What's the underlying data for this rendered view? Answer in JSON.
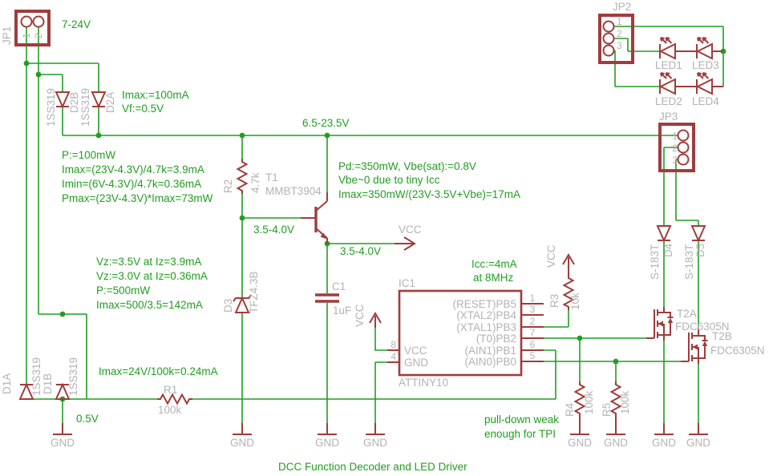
{
  "title": "DCC Function Decoder and LED Driver",
  "colors": {
    "wire_green": "#219e21",
    "symbol_red": "#a03c3c",
    "label_gray": "#b3b3b3",
    "background": "#ffffff"
  },
  "jp1": {
    "name": "JP1",
    "pins": [
      "1",
      "2"
    ]
  },
  "jp2": {
    "name": "JP2",
    "pins": [
      "1",
      "2",
      "3"
    ]
  },
  "jp3": {
    "name": "JP3",
    "pins": [
      "1",
      "2",
      "3"
    ]
  },
  "leds": [
    "LED1",
    "LED2",
    "LED3",
    "LED4"
  ],
  "diodes": {
    "d1a": {
      "name": "D1A",
      "value": "1SS319"
    },
    "d1b": {
      "name": "D1B",
      "value": "1SS319"
    },
    "d2a": {
      "name": "D2A",
      "value": "1SS319"
    },
    "d2b": {
      "name": "D2B",
      "value": "1SS319"
    },
    "d3": {
      "name": "D3",
      "value": "TFZ4.3B"
    },
    "d4": {
      "name": "D4",
      "value": "S-183T"
    },
    "d5": {
      "name": "D5",
      "value": "S-183T"
    }
  },
  "resistors": {
    "r1": {
      "name": "R1",
      "value": "100k"
    },
    "r2": {
      "name": "R2",
      "value": "4.7k"
    },
    "r3": {
      "name": "R3",
      "value": "10k"
    },
    "r4": {
      "name": "R4",
      "value": "100k"
    },
    "r5": {
      "name": "R5",
      "value": "100k"
    }
  },
  "c1": {
    "name": "C1",
    "value": "1uF"
  },
  "t1": {
    "name": "T1",
    "value": "MMBT3904"
  },
  "t2a": {
    "name": "T2A",
    "value": "FDC6305N"
  },
  "t2b": {
    "name": "T2B",
    "value": "FDC6305N"
  },
  "ic1": {
    "name": "IC1",
    "value": "ATTINY10",
    "left_pins": [
      {
        "num": "8",
        "label": "VCC"
      },
      {
        "num": "4",
        "label": "GND"
      }
    ],
    "right_pins": [
      {
        "num": "1",
        "label": "(RESET)PB5"
      },
      {
        "num": "3",
        "label": "(XTAL2)PB4"
      },
      {
        "num": "2",
        "label": "(XTAL1)PB3"
      },
      {
        "num": "7",
        "label": "(T0)PB2"
      },
      {
        "num": "6",
        "label": "(AIN1)PB1"
      },
      {
        "num": "5",
        "label": "(AIN0)PB0"
      }
    ]
  },
  "net_labels": {
    "input_voltage": "7-24V",
    "rail_voltage": "6.5-23.5V",
    "base_voltage": "3.5-4.0V",
    "emitter_voltage": "3.5-4.0V",
    "clamp_voltage": "0.5V",
    "vcc": "VCC",
    "gnd": "GND"
  },
  "annotations": {
    "d2": [
      "Imax:=100mA",
      "Vf:=0.5V"
    ],
    "r2": [
      "P:=100mW",
      "Imax=(23V-4.3V)/4.7k=3.9mA",
      "Imin=(6V-4.3V)/4.7k=0.36mA",
      "Pmax=(23V-4.3V)*Imax=73mW"
    ],
    "t1": [
      "Pd:=350mW, Vbe(sat):=0.8V",
      "Vbe~0 due to tiny Icc",
      "Imax=350mW/(23V-3.5V+Vbe)=17mA"
    ],
    "d3": [
      "Vz:=3.5V at Iz=3.9mA",
      "Vz:=3.0V at Iz=0.36mA",
      "P:=500mW",
      "Imax=500/3.5=142mA"
    ],
    "icc": [
      "Icc:=4mA",
      "at 8MHz"
    ],
    "r1": [
      "Imax=24V/100k=0.24mA"
    ],
    "pulldown": [
      "pull-down weak",
      "enough for TPI"
    ]
  }
}
